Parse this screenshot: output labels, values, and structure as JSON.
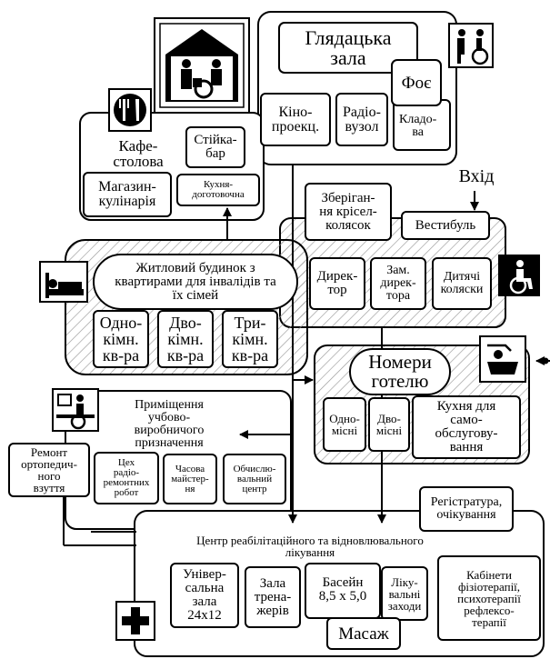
{
  "colors": {
    "line": "#000000",
    "background": "#ffffff",
    "hatch": "#9a9a9a"
  },
  "auditorium": {
    "title": "Глядацька\nзала",
    "foyer": "Фоє",
    "projection": "Кіно-\nпроекц.",
    "radio": "Радіо-\nвузол",
    "storage": "Кладо-\nва",
    "icon": "wheelchair-companion-icon"
  },
  "cafe": {
    "title": "Кафе-\nстолова",
    "bar": "Стійка-\nбар",
    "shop": "Магазин-\nкулінарія",
    "kitchen": "Кухня-\nдоготовочна",
    "icon": "fork-knife-icon",
    "header_icon": "family-dining-icon"
  },
  "entrance": {
    "label": "Вхід",
    "wheelchair_storage": "Зберіган-\nня крісел-\nколясок",
    "lobby": "Вестибуль",
    "director": "Дирек-\nтор",
    "deputy": "Зам.\nдирек-\nтора",
    "strollers": "Дитячі\nколяски",
    "icon": "wheelchair-icon"
  },
  "housing": {
    "title": "Житловий будинок з\nквартирами для інвалідів та\nїх сімей",
    "one_room": "Одно-\nкімн.\nкв-ра",
    "two_room": "Дво-\nкімн.\nкв-ра",
    "three_room": "Три-\nкімн.\nкв-ра",
    "icon": "bed-icon"
  },
  "hotel": {
    "title": "Номери\nготелю",
    "single": "Одно-\nмісні",
    "double": "Дво-\nмісні",
    "kitchen": "Кухня для\nсамо-\nобслугову-\nвання",
    "icon": "bath-icon"
  },
  "workshop": {
    "title": "Приміщення\nучбово-\nвиробничого\nпризначення",
    "repair": "Ремонт\nортопедич-\nного\nвзуття",
    "radio_shop": "Цех\nрадіо-\nремонтних\nробот",
    "watch": "Часова\nмайстер-\nня",
    "computing": "Обчислю-\nвальний\nцентр",
    "icon": "wheelchair-desk-icon"
  },
  "rehab": {
    "registry": "Регістратура,\nочікування",
    "title": "Центр реабілітаційного та відновлювального\nлікування",
    "hall": "Універ-\nсальна\nзала\n24х12",
    "gym": "Зала\nтрена-\nжерів",
    "pool": "Басейн\n8,5 х 5,0",
    "treatment": "Ліку-\nвальні\nзаходи",
    "massage": "Масаж",
    "cabinets": "Кабінети\nфізіотерапії,\nпсихотерапії\nрефлексо-\nтерапії",
    "icon": "cross-icon"
  }
}
